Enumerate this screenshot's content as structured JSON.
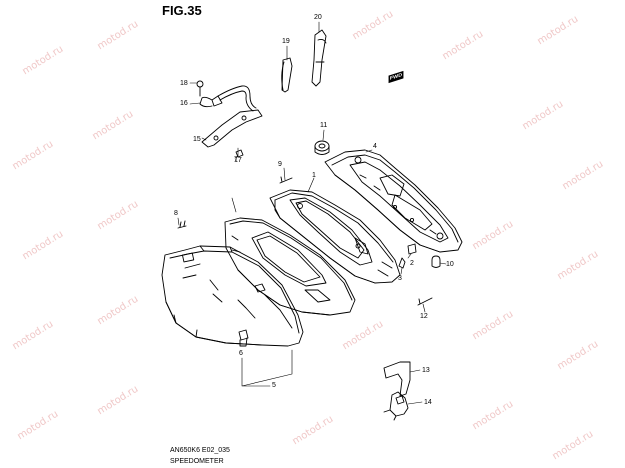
{
  "figure": {
    "title": "FIG.35",
    "code": "AN650K6 E02_035",
    "name": "SPEEDOMETER",
    "forward_mark": "FWD",
    "watermark": "motod.ru"
  },
  "parts": [
    {
      "id": "p1",
      "label": "1"
    },
    {
      "id": "p2",
      "label": "2"
    },
    {
      "id": "p3",
      "label": "3"
    },
    {
      "id": "p4",
      "label": "4"
    },
    {
      "id": "p5",
      "label": "5"
    },
    {
      "id": "p6",
      "label": "6"
    },
    {
      "id": "p7",
      "label": "7"
    },
    {
      "id": "p8",
      "label": "8"
    },
    {
      "id": "p9",
      "label": "9"
    },
    {
      "id": "p10",
      "label": "10"
    },
    {
      "id": "p11",
      "label": "11"
    },
    {
      "id": "p12",
      "label": "12"
    },
    {
      "id": "p13",
      "label": "13"
    },
    {
      "id": "p14",
      "label": "14"
    },
    {
      "id": "p15",
      "label": "15"
    },
    {
      "id": "p16",
      "label": "16"
    },
    {
      "id": "p17",
      "label": "17"
    },
    {
      "id": "p18",
      "label": "18"
    },
    {
      "id": "p19",
      "label": "19"
    },
    {
      "id": "p20",
      "label": "20"
    }
  ]
}
